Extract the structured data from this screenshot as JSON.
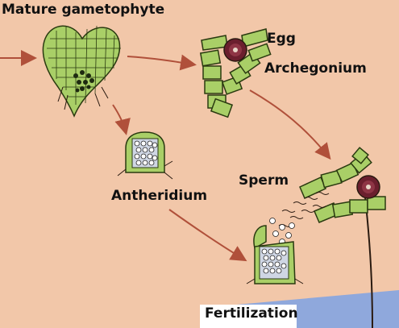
{
  "labels": {
    "mature_gametophyte": "Mature gametophyte",
    "egg": "Egg",
    "archegonium": "Archegonium",
    "antheridium": "Antheridium",
    "sperm": "Sperm",
    "fertilization": "Fertilization"
  },
  "colors": {
    "background": "#f2c7a9",
    "cell_fill": "#a9cf67",
    "cell_outline": "#2a3a10",
    "arrow": "#b0503a",
    "egg_outer": "#6b1f2e",
    "egg_inner": "#8e3545",
    "egg_nucleus": "#e8d6c8",
    "panel": "#8fa8dc",
    "line": "#2a1a10"
  }
}
